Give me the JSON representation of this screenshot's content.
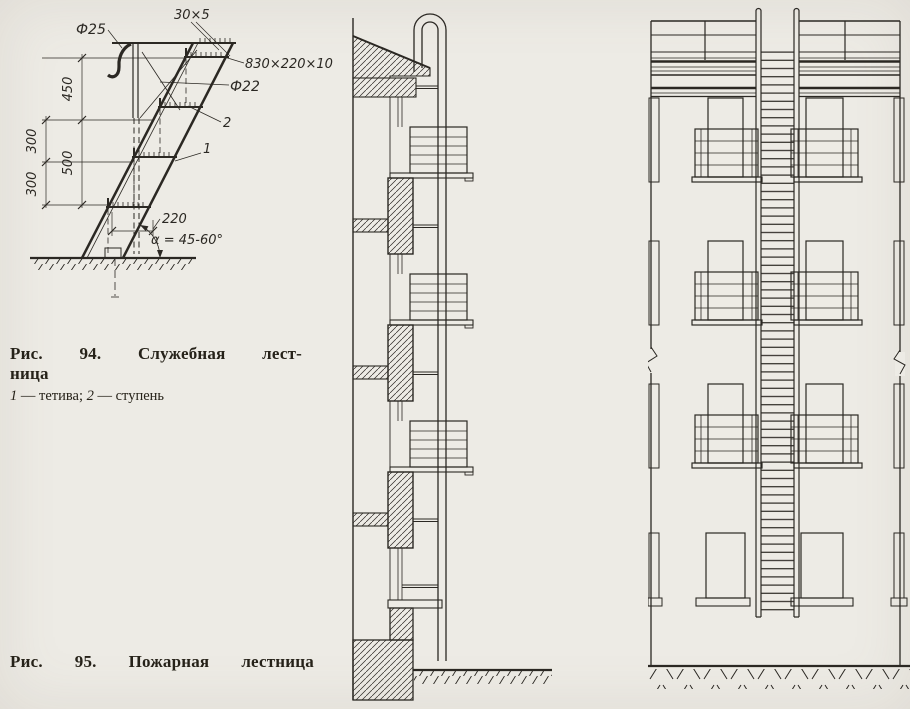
{
  "page": {
    "background": "#edebe5",
    "ink": "#2b2823"
  },
  "fig94": {
    "caption_line1": "Рис. 94. Служебная лест-",
    "caption_line2": "ница",
    "legend": {
      "ref1_num": "1",
      "ref1_term": " — тетива; ",
      "ref2_num": "2",
      "ref2_term": " — ступень"
    },
    "labels": {
      "phi25": "Ф25",
      "strip": "30×5",
      "step_plate": "830×220×10",
      "phi22": "Ф22",
      "ref2": "2",
      "ref1": "1",
      "dim_450": "450",
      "dim_300_upper": "300",
      "dim_300_lower": "300",
      "dim_500": "500",
      "dim_220": "220",
      "angle": "α = 45-60°"
    }
  },
  "fig95": {
    "caption": "Рис. 95. Пожарная лестница"
  }
}
